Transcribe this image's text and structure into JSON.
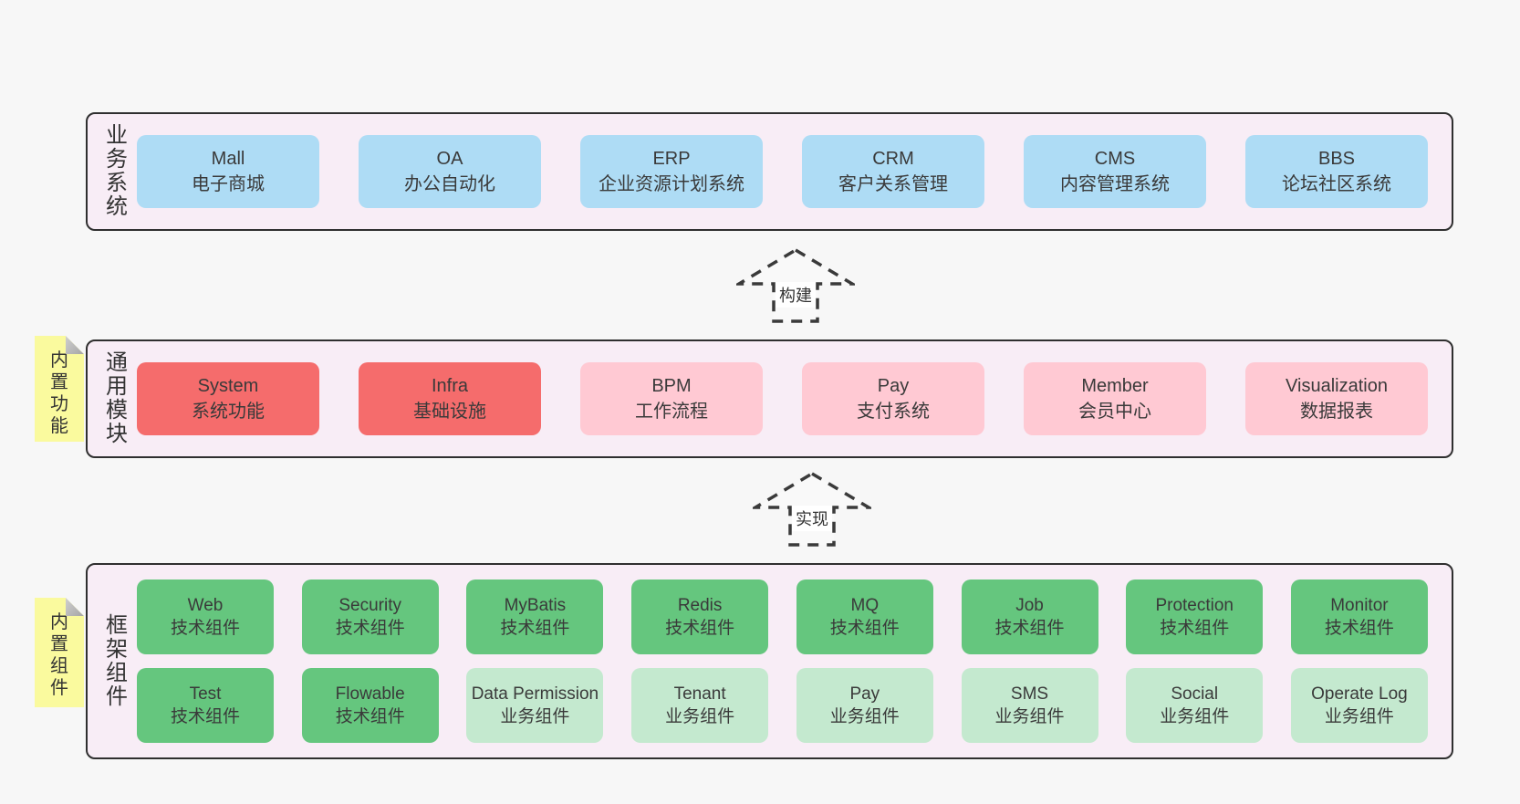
{
  "colors": {
    "page_bg": "#f7f7f7",
    "container_fill": "#f8edf6",
    "container_border": "#2f2f2f",
    "blue": "#aedcf5",
    "red": "#f56c6c",
    "pink": "#ffc9d3",
    "green": "#65c67e",
    "green_light": "#c4e9cf",
    "sticky": "#fafa9e",
    "text": "#3a3a3a"
  },
  "arrows": [
    {
      "label": "构建"
    },
    {
      "label": "实现"
    }
  ],
  "stickies": [
    {
      "label": "内置功能"
    },
    {
      "label": "内置组件"
    }
  ],
  "layers": [
    {
      "label": "业务系统",
      "rows": [
        [
          {
            "en": "Mall",
            "zh": "电子商城",
            "color": "blue"
          },
          {
            "en": "OA",
            "zh": "办公自动化",
            "color": "blue"
          },
          {
            "en": "ERP",
            "zh": "企业资源计划系统",
            "color": "blue"
          },
          {
            "en": "CRM",
            "zh": "客户关系管理",
            "color": "blue"
          },
          {
            "en": "CMS",
            "zh": "内容管理系统",
            "color": "blue"
          },
          {
            "en": "BBS",
            "zh": "论坛社区系统",
            "color": "blue"
          }
        ]
      ]
    },
    {
      "label": "通用模块",
      "rows": [
        [
          {
            "en": "System",
            "zh": "系统功能",
            "color": "red"
          },
          {
            "en": "Infra",
            "zh": "基础设施",
            "color": "red"
          },
          {
            "en": "BPM",
            "zh": "工作流程",
            "color": "pink"
          },
          {
            "en": "Pay",
            "zh": "支付系统",
            "color": "pink"
          },
          {
            "en": "Member",
            "zh": "会员中心",
            "color": "pink"
          },
          {
            "en": "Visualization",
            "zh": "数据报表",
            "color": "pink"
          }
        ]
      ]
    },
    {
      "label": "框架组件",
      "rows": [
        [
          {
            "en": "Web",
            "zh": "技术组件",
            "color": "green"
          },
          {
            "en": "Security",
            "zh": "技术组件",
            "color": "green"
          },
          {
            "en": "MyBatis",
            "zh": "技术组件",
            "color": "green"
          },
          {
            "en": "Redis",
            "zh": "技术组件",
            "color": "green"
          },
          {
            "en": "MQ",
            "zh": "技术组件",
            "color": "green"
          },
          {
            "en": "Job",
            "zh": "技术组件",
            "color": "green"
          },
          {
            "en": "Protection",
            "zh": "技术组件",
            "color": "green"
          },
          {
            "en": "Monitor",
            "zh": "技术组件",
            "color": "green"
          }
        ],
        [
          {
            "en": "Test",
            "zh": "技术组件",
            "color": "green"
          },
          {
            "en": "Flowable",
            "zh": "技术组件",
            "color": "green"
          },
          {
            "en": "Data Permission",
            "zh": "业务组件",
            "color": "green_light"
          },
          {
            "en": "Tenant",
            "zh": "业务组件",
            "color": "green_light"
          },
          {
            "en": "Pay",
            "zh": "业务组件",
            "color": "green_light"
          },
          {
            "en": "SMS",
            "zh": "业务组件",
            "color": "green_light"
          },
          {
            "en": "Social",
            "zh": "业务组件",
            "color": "green_light"
          },
          {
            "en": "Operate Log",
            "zh": "业务组件",
            "color": "green_light"
          }
        ]
      ]
    }
  ]
}
